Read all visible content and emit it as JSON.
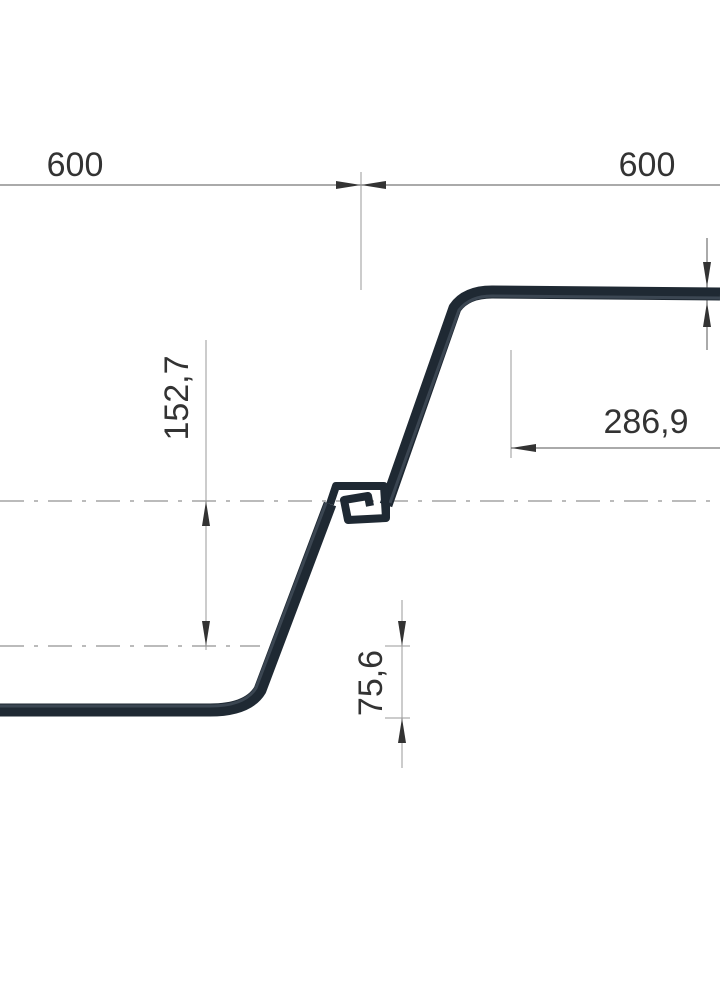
{
  "dimensions": {
    "width_left": "600",
    "width_right": "600",
    "height_upper": "152,7",
    "height_lower": "75,6",
    "flange_length": "286,9"
  },
  "colors": {
    "profile": "#1f2933",
    "dimension_line": "#555555",
    "text": "#333333",
    "background": "#ffffff"
  }
}
